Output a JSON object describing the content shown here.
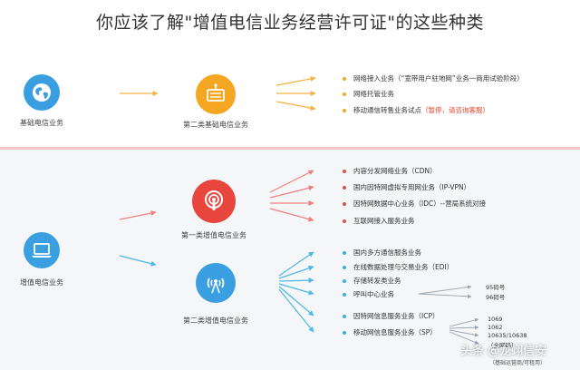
{
  "title": "你应该了解\"增值电信业务经营许可证\"的这些种类",
  "top": {
    "basic_label": "基础电信业务",
    "second_basic_label": "第二类基础电信业务",
    "items": [
      {
        "text": "网络接入业务（“宽带用户驻地网”业务一商用试验阶段）",
        "highlight": ""
      },
      {
        "text": "网络托管业务",
        "highlight": ""
      },
      {
        "text": "移动通信转售业务试点",
        "highlight": "（暂停，请咨询客服）"
      }
    ]
  },
  "bottom": {
    "value_added_label": "增值电信业务",
    "first_class_label": "第一类增值电信业务",
    "second_class_label": "第二类增值电信业务",
    "first_items": [
      "内容分发网络业务（CDN）",
      "国内因特网虚拟专用网业务（IP-VPN）",
      "因特网数据中心业务（IDC）--营局系统对接",
      "互联网接入服务业务"
    ],
    "second_items": [
      "国内多方通信服务业务",
      "在线数据处理与交易业务（EDI）",
      "存储转发类业务",
      "呼叫中心业务",
      "因特网信息服务业务（ICP）",
      "移动网信息服务业务（SP）"
    ],
    "call_codes": [
      "95码号",
      "96码号"
    ],
    "sp_codes": [
      "1069",
      "1062",
      "10635/10638",
      "（全网码）"
    ],
    "sp_note": "（基础运营商/可租用）"
  },
  "watermark": "头条 @龙翊信安",
  "colors": {
    "divider": "#f7c7c7",
    "bottom_band": "#f4f6f8",
    "blue_circle": "#3a9fe0",
    "orange_circle": "#f5a623",
    "red_circle": "#e8453c",
    "arrow_orange": "#f5b041",
    "arrow_red": "#f08080",
    "arrow_blue": "#4fb8e8"
  }
}
